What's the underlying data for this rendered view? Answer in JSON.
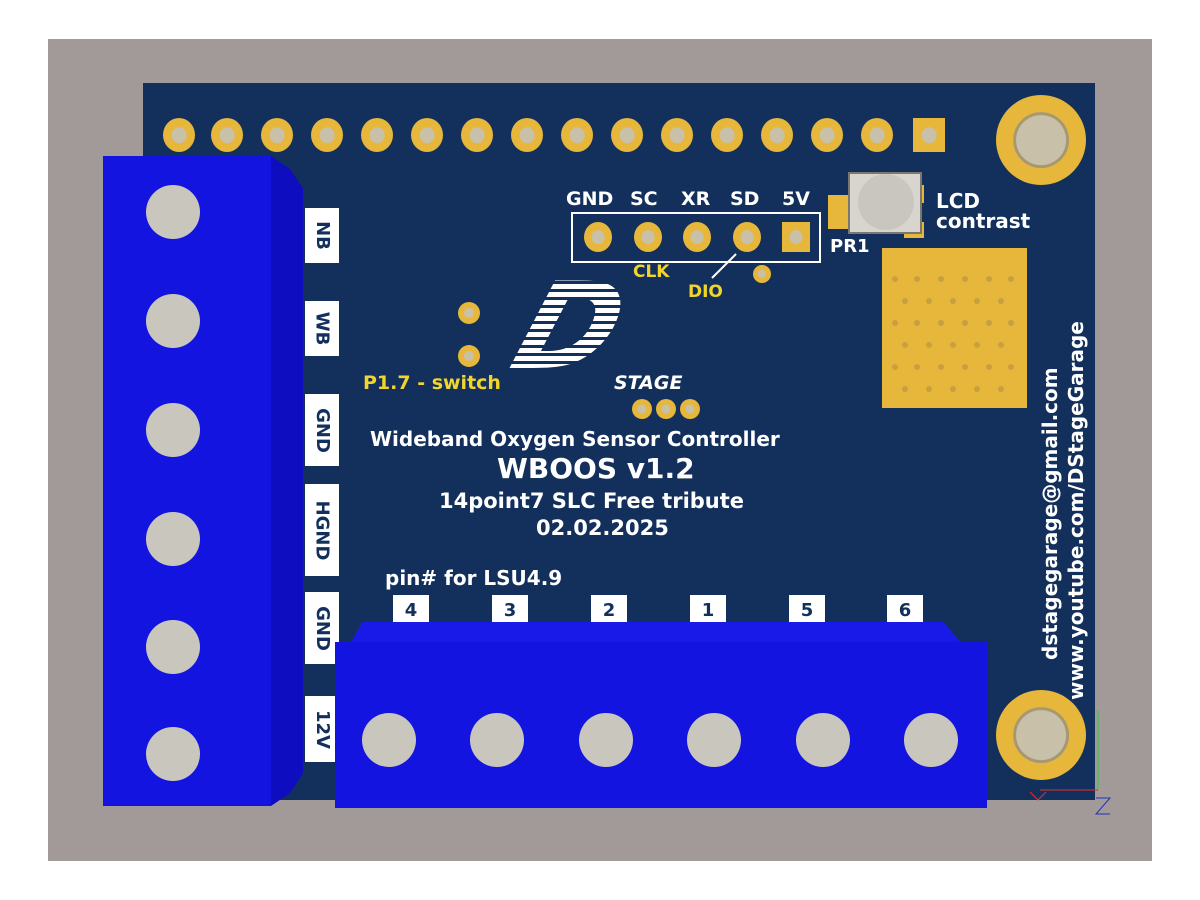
{
  "board": {
    "title": "Wideband Oxygen Sensor Controller",
    "model": "WBOOS v1.2",
    "tribute": "14point7 SLC Free tribute",
    "date": "02.02.2025",
    "logo_text": "STAGE",
    "logo_letter": "D"
  },
  "lcd_header": {
    "labels": [
      "GND",
      "SC",
      "XR",
      "SD",
      "5V"
    ],
    "clk_label": "CLK",
    "dio_label": "DIO"
  },
  "pot": {
    "ref": "PR1",
    "label_line1": "LCD",
    "label_line2": "contrast"
  },
  "switch_label": "P1.7 - switch",
  "left_terminal": {
    "labels": [
      "NB",
      "WB",
      "GND",
      "HGND",
      "GND",
      "12V"
    ]
  },
  "bottom_terminal": {
    "caption": "pin# for LSU4.9",
    "pins": [
      "4",
      "3",
      "2",
      "1",
      "5",
      "6"
    ]
  },
  "contact": {
    "email": "dstagegarage@gmail.com",
    "youtube": "www.youtube.com/DStageGarage"
  },
  "colors": {
    "pcb": "#13305c",
    "copper": "#e6b73a",
    "terminal_block": "#1414e0",
    "background": "#a29a98",
    "yellow_label": "#f2d52a"
  }
}
